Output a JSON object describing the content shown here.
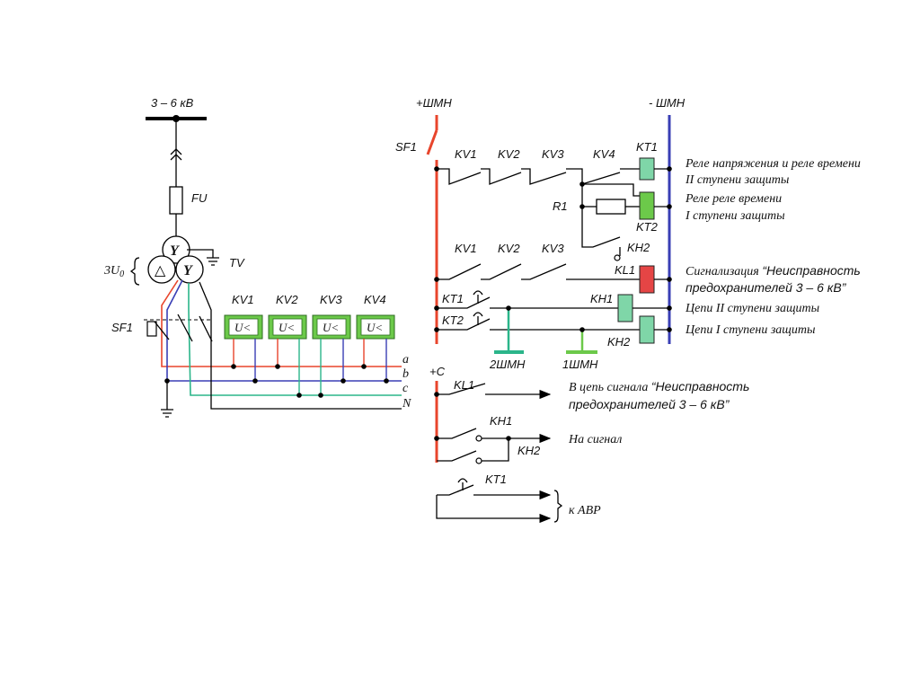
{
  "colors": {
    "red": "#e8452c",
    "blue": "#3a3fb5",
    "teal": "#2bb58a",
    "green_lamp": "#6cc94a",
    "red_lamp": "#e54545",
    "coil_green": "#7fd6a8"
  },
  "left": {
    "bus_voltage": "3 – 6 кВ",
    "fuse": "FU",
    "transformer": "TV",
    "zero_seq": "3U",
    "zero_seq_sub": "0",
    "winding_y1": "Y",
    "winding_y2": "Y",
    "winding_delta": "△",
    "breaker": "SF1",
    "relays": [
      "KV1",
      "KV2",
      "KV3",
      "KV4"
    ],
    "relay_symbol": "U<",
    "phases": [
      "a",
      "b",
      "c",
      "N"
    ]
  },
  "right": {
    "plus_bus": "+ШМН",
    "minus_bus": "- ШМН",
    "breaker": "SF1",
    "row1_contacts": [
      "KV1",
      "KV2",
      "KV3",
      "KV4"
    ],
    "kt1": "KT1",
    "kt2": "KT2",
    "r1": "R1",
    "kh2_top": "KH2",
    "row3_contacts": [
      "KV1",
      "KV2",
      "KV3"
    ],
    "kl1": "KL1",
    "kt1_b": "KT1",
    "kt2_b": "KT2",
    "kh1": "KH1",
    "kh2": "KH2",
    "bus_2": "2ШМН",
    "bus_1": "1ШМН",
    "desc_1a": "Реле напряжения и реле времени",
    "desc_1b": "II ступени защиты",
    "desc_2a": "Реле реле времени",
    "desc_2b": "I ступени защиты",
    "desc_3_a": "Сигнализация ",
    "desc_3_b": "“Неисправность",
    "desc_3_c": "предохранителей 3 – 6 кВ”",
    "desc_4": "Цепи II ступени защиты",
    "desc_5": "Цепи I ступени защиты",
    "plus_c": "+С",
    "kl1_b": "KL1",
    "signal_a": "В цепь сигнала ",
    "signal_b": "“Неисправность",
    "signal_c": "предохранителей 3 – 6 кВ”",
    "kh1_b": "KH1",
    "kh2_b": "KH2",
    "na_signal": "На сигнал",
    "kt1_c": "KT1",
    "avr": "к АВР"
  }
}
